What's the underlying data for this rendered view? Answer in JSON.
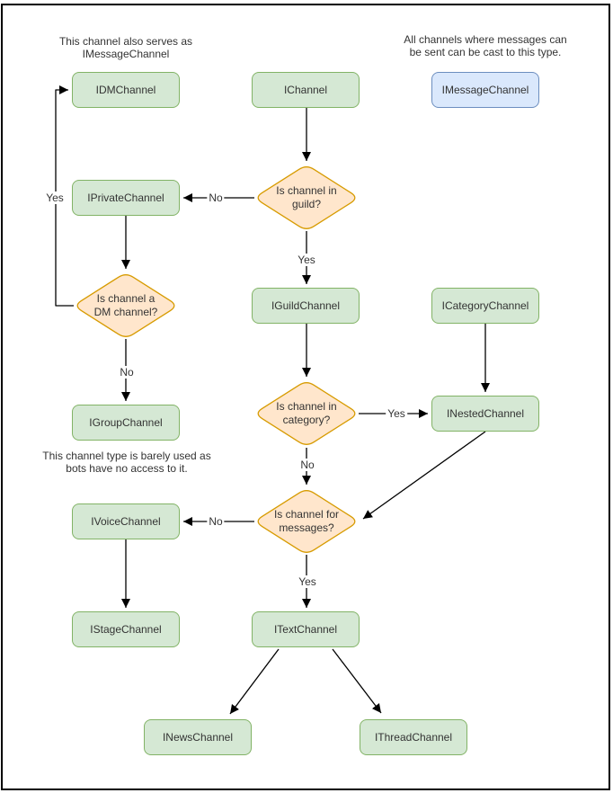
{
  "diagram": {
    "notes": {
      "dm_note": [
        "This channel also serves as",
        "IMessageChannel"
      ],
      "message_note": [
        "All channels where messages can",
        "be sent can be cast to this type."
      ],
      "group_note": [
        "This channel type is barely used as",
        "bots have no access to it."
      ]
    },
    "nodes": {
      "idm": "IDMChannel",
      "ichannel": "IChannel",
      "imessage": "IMessageChannel",
      "iprivate": "IPrivateChannel",
      "iguild": "IGuildChannel",
      "icategory": "ICategoryChannel",
      "inested": "INestedChannel",
      "igroup": "IGroupChannel",
      "ivoice": "IVoiceChannel",
      "istage": "IStageChannel",
      "itext": "ITextChannel",
      "inews": "INewsChannel",
      "ithread": "IThreadChannel"
    },
    "decisions": {
      "in_guild": [
        "Is channel in",
        "guild?"
      ],
      "is_dm": [
        "Is channel a",
        "DM channel?"
      ],
      "in_category": [
        "Is channel in",
        "category?"
      ],
      "for_messages": [
        "Is channel for",
        "messages?"
      ]
    },
    "edge_labels": {
      "guild_no": "No",
      "guild_yes": "Yes",
      "dm_yes": "Yes",
      "dm_no": "No",
      "category_yes": "Yes",
      "category_no": "No",
      "messages_no": "No",
      "messages_yes": "Yes"
    },
    "colors": {
      "node_fill": "#d5e8d4",
      "node_border": "#82b366",
      "decision_fill": "#ffe6cc",
      "decision_border": "#d79b00",
      "message_fill": "#dae8fc",
      "message_border": "#6c8ebf",
      "connector": "#000000"
    }
  }
}
